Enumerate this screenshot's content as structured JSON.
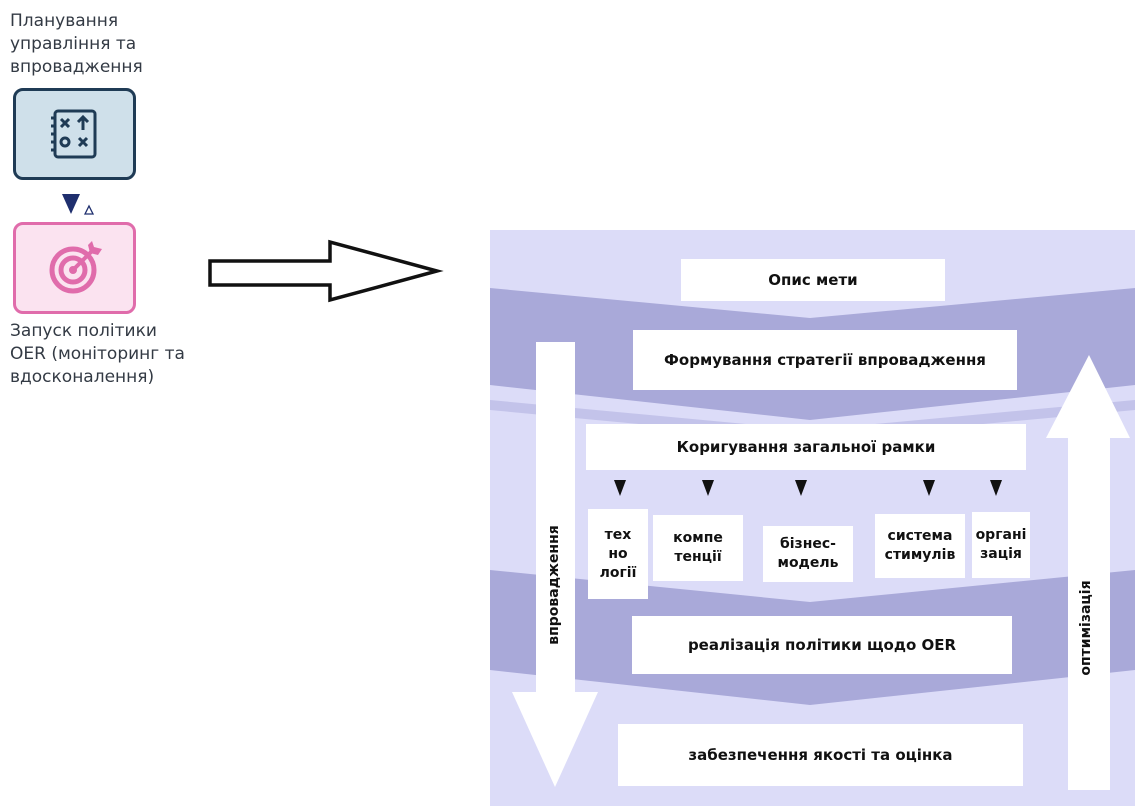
{
  "left": {
    "plan_label": "Планування\nуправління та\nвпровадження",
    "launch_label": "Запуск політики\nOER (моніторинг та\nвдосконалення)",
    "plan_icon": "strategy-plan-icon",
    "launch_icon": "target-icon"
  },
  "diagram": {
    "goal": "Опис мети",
    "strategy": "Формування стратегії впровадження",
    "framework": "Коригування загальної рамки",
    "components": [
      "тех\nно\nлогії",
      "компе\nтенції",
      "бізнес-\nмодель",
      "система\nстимулів",
      "органі\nзація"
    ],
    "implementation": "реалізація політики щодо OER",
    "quality": "забезпечення якості та оцінка",
    "left_arrow": "впровадження",
    "right_arrow": "оптимізація"
  },
  "colors": {
    "diagram_bg": "#dcdcf8",
    "band": "#a9a9d9",
    "plan_fill": "#cfe0ea",
    "plan_border": "#1f3b55",
    "launch_fill": "#fbe3f0",
    "launch_border": "#e06cab"
  }
}
